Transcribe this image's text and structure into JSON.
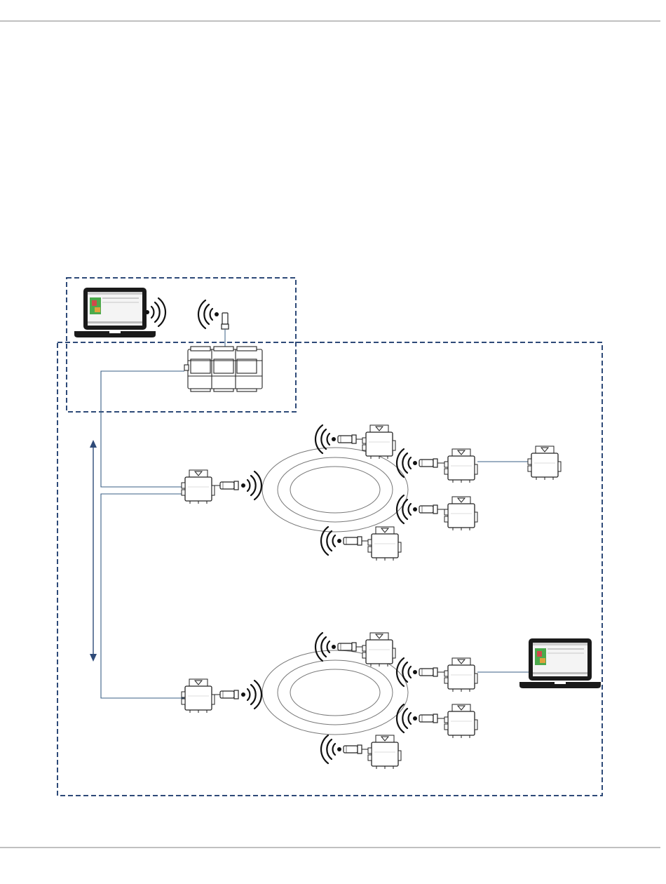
{
  "page": {
    "header_rule": true,
    "footer_rule": true
  },
  "diagram": {
    "type": "network-topology",
    "colors": {
      "zone_border": "#2e4a78",
      "link_line": "#3a5f86",
      "arrow": "#2e4a78",
      "ring": "#777777",
      "device": "#222222"
    },
    "zones": [
      {
        "name": "local-zone",
        "style": "dashed"
      },
      {
        "name": "site-zone",
        "style": "dashed"
      }
    ],
    "devices": {
      "laptops": [
        {
          "name": "laptop-top-left",
          "icon": "laptop-icon",
          "wireless": true
        },
        {
          "name": "laptop-bottom-right",
          "icon": "laptop-icon",
          "wireless": false
        }
      ],
      "controller": {
        "name": "central-controller",
        "icon": "controller-icon",
        "antenna": true
      },
      "gateways": [
        {
          "name": "gateway-1",
          "icon": "wireless-gateway-icon"
        },
        {
          "name": "gateway-2",
          "icon": "wireless-gateway-icon"
        }
      ],
      "mesh_groups": [
        {
          "name": "mesh-network-1",
          "rings": 3,
          "wireless_nodes": 4,
          "wired_extension_nodes": 1
        },
        {
          "name": "mesh-network-2",
          "rings": 3,
          "wireless_nodes": 4,
          "wired_extension_laptop": 1
        }
      ]
    },
    "bus": {
      "name": "bus-line",
      "arrow": "bidirectional-vertical"
    }
  }
}
